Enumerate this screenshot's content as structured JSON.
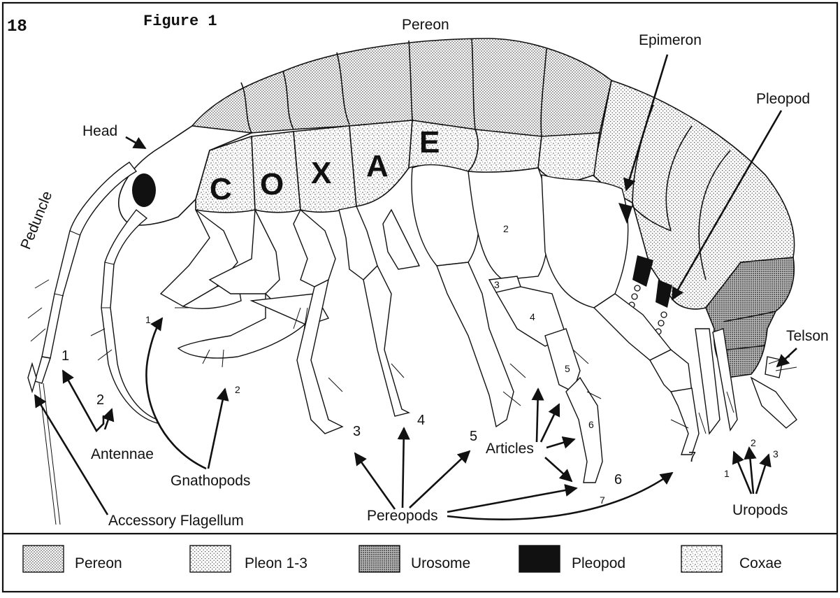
{
  "figure": {
    "page_number": "18",
    "caption": "Figure 1"
  },
  "labels": {
    "pereon": "Pereon",
    "epimeron": "Epimeron",
    "pleopod": "Pleopod",
    "head": "Head",
    "peduncle": "Peduncle",
    "telson": "Telson",
    "antennae": "Antennae",
    "gnathopods": "Gnathopods",
    "accessory_flagellum": "Accessory Flagellum",
    "articles": "Articles",
    "pereopods": "Pereopods",
    "uropods": "Uropods"
  },
  "coxae_letters": [
    "C",
    "O",
    "X",
    "A",
    "E"
  ],
  "numbers": {
    "antenna_1": "1",
    "antenna_2": "2",
    "gnathopod_1": "1",
    "gnathopod_2": "2",
    "pereopod_3": "3",
    "pereopod_4": "4",
    "pereopod_5": "5",
    "pereopod_6": "6",
    "pereopod_7": "7",
    "article_2": "2",
    "article_3": "3",
    "article_4": "4",
    "article_5": "5",
    "article_6": "6",
    "article_7": "7",
    "uropod_1": "1",
    "uropod_2": "2",
    "uropod_3": "3"
  },
  "legend": [
    {
      "label": "Pereon",
      "pattern": "pereon-dots"
    },
    {
      "label": "Pleon 1-3",
      "pattern": "pleon-dots"
    },
    {
      "label": "Urosome",
      "pattern": "urosome-dots"
    },
    {
      "label": "Pleopod",
      "pattern": "solid-black"
    },
    {
      "label": "Coxae",
      "pattern": "coxae-dots"
    }
  ]
}
